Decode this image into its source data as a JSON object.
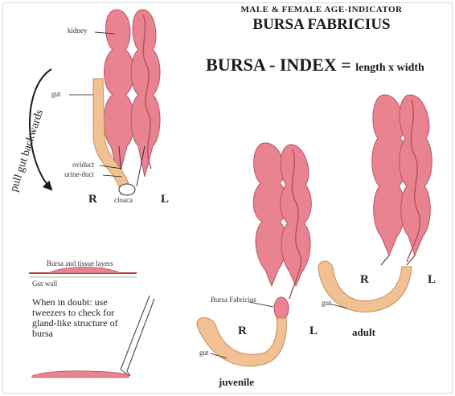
{
  "header": {
    "subtitle": "MALE & FEMALE  AGE-INDICATOR",
    "title": "BURSA FABRICIUS"
  },
  "formula": {
    "lhs": "BURSA - INDEX = ",
    "rhs": "length  x width"
  },
  "left_diagram": {
    "labels": {
      "kidney": "kidney",
      "gut": "gut",
      "oviduct": "oviduct",
      "urine_duct": "urine-duct",
      "cloaca": "cloaca",
      "right": "R",
      "left": "L",
      "instruction": "pull gut backwards"
    }
  },
  "inset": {
    "label_top": "Bursa and tissue layers",
    "label_gut": "Gut wall",
    "note": "When in doubt: use tweezers to check for gland-like structure of bursa"
  },
  "juvenile": {
    "bursa_label": "Bursa Fabricius",
    "gut_label": "gut",
    "right": "R",
    "left": "L",
    "caption": "juvenile"
  },
  "adult": {
    "gut_label": "gut",
    "right": "R",
    "left": "L",
    "caption": "adult"
  },
  "colors": {
    "kidney": "#e8838f",
    "kidney_dark": "#b85262",
    "gut": "#f2c193",
    "gut_dark": "#c48c5a",
    "ink": "#1a1a1a"
  }
}
